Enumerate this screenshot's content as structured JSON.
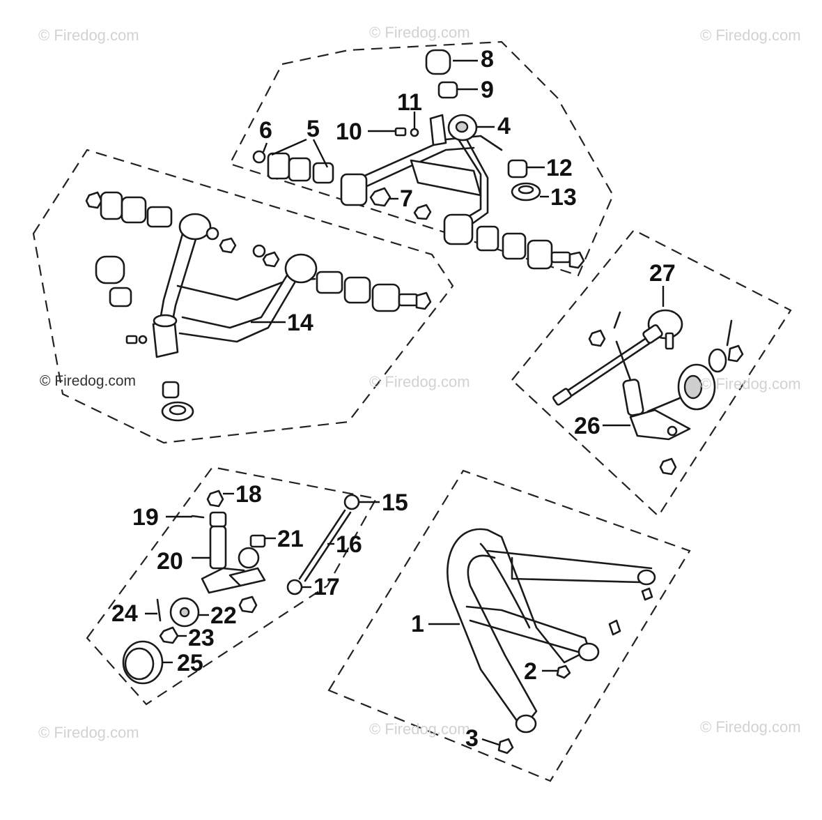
{
  "watermarks": [
    "© Firedog.com",
    "© Firedog.com",
    "© Firedog.com",
    "© Firedog.com",
    "© Firedog.com",
    "© Firedog.com",
    "© Firedog.com",
    "© Firedog.com",
    "© Firedog.com"
  ],
  "callouts": [
    "1",
    "2",
    "3",
    "4",
    "5",
    "6",
    "7",
    "8",
    "9",
    "10",
    "11",
    "12",
    "13",
    "14",
    "15",
    "16",
    "17",
    "18",
    "19",
    "20",
    "21",
    "22",
    "23",
    "24",
    "25",
    "26",
    "27"
  ],
  "colors": {
    "line": "#1a1a1a",
    "watermark": "#d2d2d2",
    "background": "#ffffff"
  }
}
